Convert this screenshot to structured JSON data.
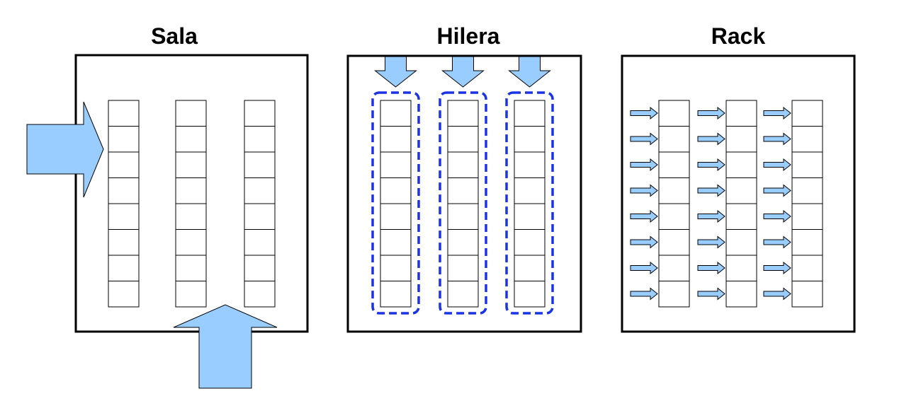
{
  "colors": {
    "arrow_fill": "#99ccff",
    "dashed_outline": "#1a33e6",
    "border": "#000000"
  },
  "panels": [
    {
      "id": "sala",
      "title": "Sala",
      "rack_count": 3,
      "units_per_rack": 8,
      "airflow": "room-level: side and floor supply"
    },
    {
      "id": "hilera",
      "title": "Hilera",
      "rack_count": 3,
      "units_per_rack": 8,
      "airflow": "row-level: top supply per row"
    },
    {
      "id": "rack",
      "title": "Rack",
      "rack_count": 3,
      "units_per_rack": 8,
      "airflow": "rack-level: per-unit supply"
    }
  ],
  "icons": {
    "large_arrow": "block-arrow-icon",
    "small_arrow": "small-right-arrow-icon",
    "row_group": "dashed-outline"
  }
}
